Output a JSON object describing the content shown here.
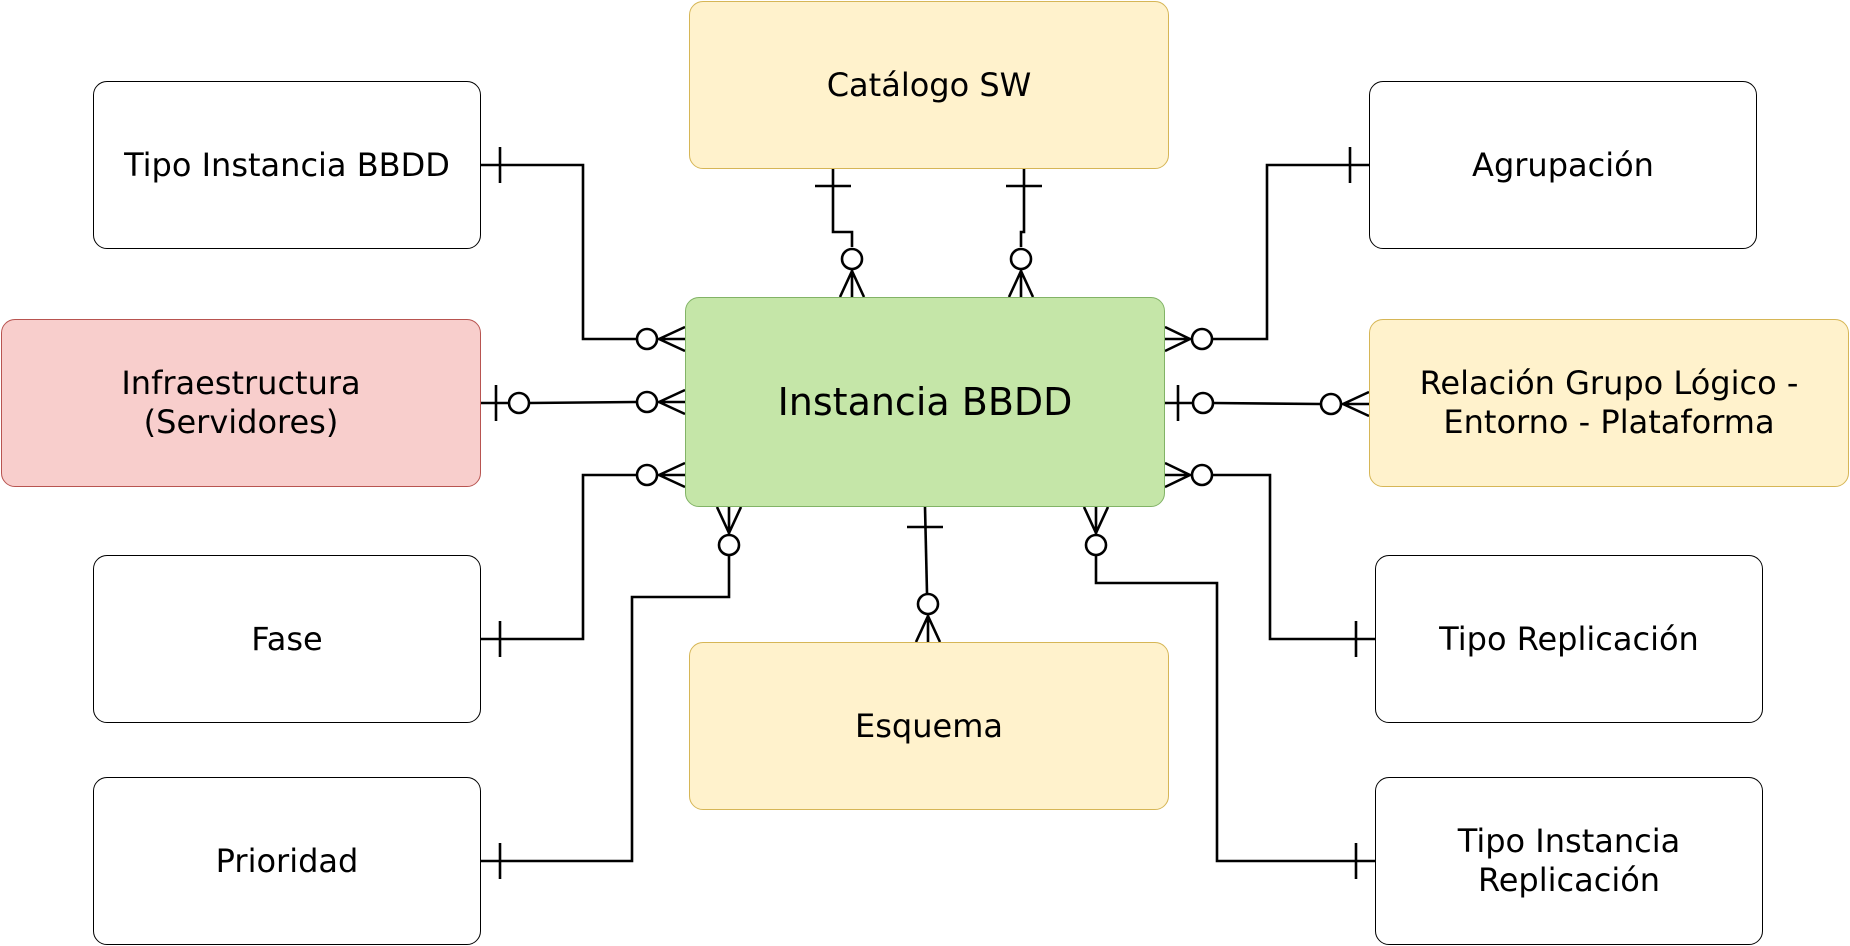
{
  "entities": {
    "catalogo": {
      "text": "Catálogo SW"
    },
    "tipo_instancia": {
      "text": "Tipo Instancia BBDD"
    },
    "agrupacion": {
      "text": "Agrupación"
    },
    "infra": {
      "text": "Infraestructura\n(Servidores)"
    },
    "instancia": {
      "text": "Instancia BBDD"
    },
    "relacion": {
      "text": "Relación Grupo Lógico -\nEntorno - Plataforma"
    },
    "fase": {
      "text": "Fase"
    },
    "tipo_replicacion": {
      "text": "Tipo Replicación"
    },
    "esquema": {
      "text": "Esquema"
    },
    "prioridad": {
      "text": "Prioridad"
    },
    "tipo_inst_repl": {
      "text": "Tipo Instancia\nReplicación"
    }
  },
  "colors": {
    "line": "#000000",
    "green_fill": "#c5e6a8",
    "green_stroke": "#82b366",
    "yellow_fill": "#fff2cc",
    "yellow_stroke": "#d6b656",
    "red_fill": "#f8cecc",
    "red_stroke": "#b85450"
  }
}
